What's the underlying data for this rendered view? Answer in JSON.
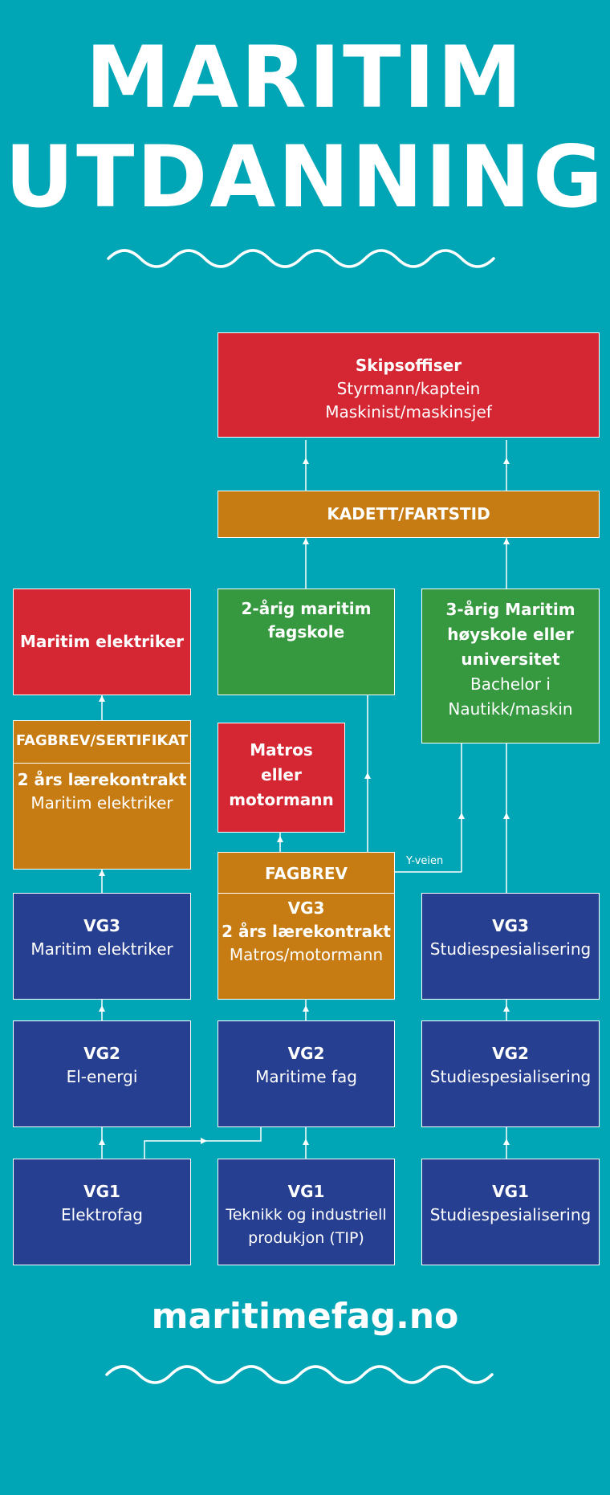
{
  "title": {
    "line1": "MARITIM",
    "line2": "UTDANNING"
  },
  "footer": {
    "url": "maritimefag.no"
  },
  "colors": {
    "background": "#00a6b6",
    "red": "#d52633",
    "orange": "#c67c12",
    "green": "#36993f",
    "blue": "#273f91",
    "line": "#ffffff"
  },
  "boxes": {
    "skipsoffiser": {
      "title": "Skipsoffiser",
      "line1": "Styrmann/kaptein",
      "line2": "Maskinist/maskinsjef"
    },
    "kadett": {
      "title": "KADETT/FARTSTID"
    },
    "maritim_elektriker": {
      "title": "Maritim elektriker"
    },
    "fagskole": {
      "line1": "2-årig maritim",
      "line2": "fagskole"
    },
    "hoyskole": {
      "line1": "3-årig Maritim",
      "line2": "høyskole eller",
      "line3": "universitet",
      "line4": "Bachelor i",
      "line5": "Nautikk/maskin"
    },
    "fagbrev_sertifikat": {
      "header": "FAGBREV/SERTIFIKAT",
      "title": "2 års lærekontrakt",
      "subtitle": "Maritim elektriker"
    },
    "matros": {
      "line1": "Matros",
      "line2": "eller",
      "line3": "motormann"
    },
    "fagbrev": {
      "header": "FAGBREV",
      "title": "VG3",
      "line1": "2 års lærekontrakt",
      "line2": "Matros/motormann"
    },
    "vg3_el": {
      "title": "VG3",
      "subtitle": "Maritim elektriker"
    },
    "vg3_studie": {
      "title": "VG3",
      "subtitle": "Studiespesialisering"
    },
    "vg2_el": {
      "title": "VG2",
      "subtitle": "El-energi"
    },
    "vg2_maritime": {
      "title": "VG2",
      "subtitle": "Maritime fag"
    },
    "vg2_studie": {
      "title": "VG2",
      "subtitle": "Studiespesialisering"
    },
    "vg1_elektro": {
      "title": "VG1",
      "subtitle": "Elektrofag"
    },
    "vg1_tip": {
      "title": "VG1",
      "line1": "Teknikk og industriell",
      "line2": "produkjon (TIP)"
    },
    "vg1_studie": {
      "title": "VG1",
      "subtitle": "Studiespesialisering"
    }
  },
  "labels": {
    "y_veien": "Y-veien"
  }
}
